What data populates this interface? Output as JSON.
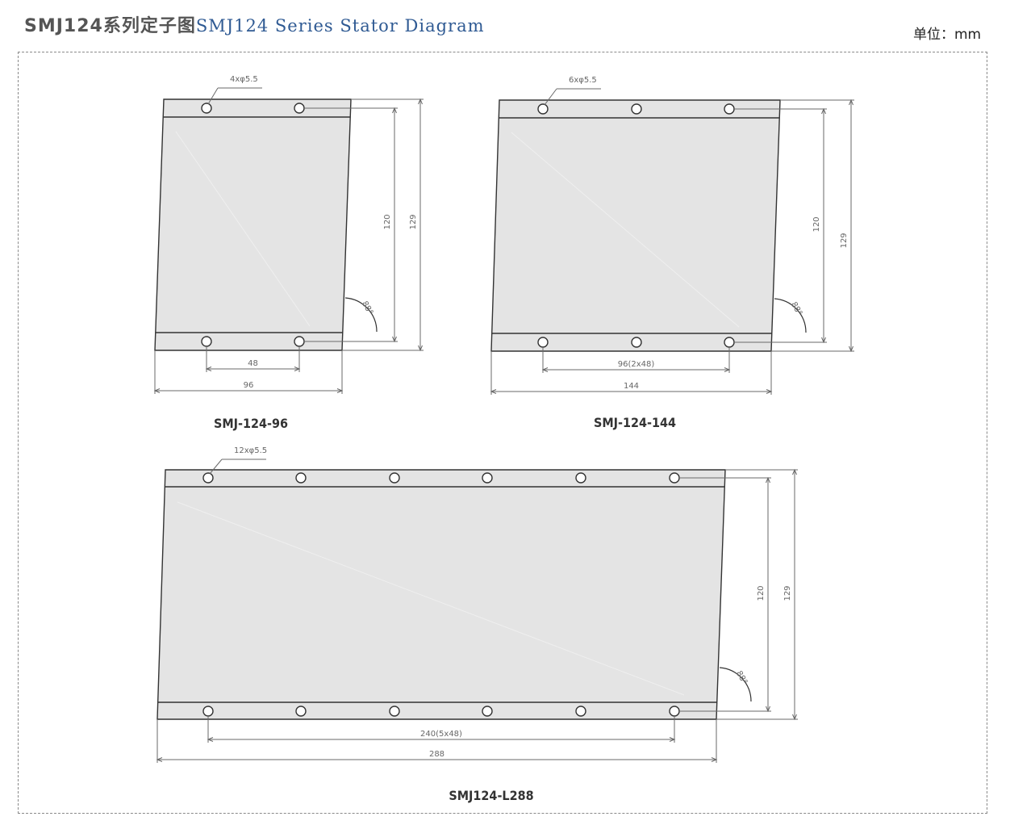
{
  "header": {
    "title_cn": "SMJ124系列定子图",
    "title_en": "SMJ124 Series Stator Diagram",
    "unit": "单位：mm"
  },
  "colors": {
    "body_fill": "#e4e4e4",
    "outline": "#333333",
    "dim_line": "#6a6a6a",
    "title_en": "#2f5a93"
  },
  "diagrams": [
    {
      "model": "SMJ-124-96",
      "holes_label": "4xφ5.5",
      "hole_pitch_label": "48",
      "width_label": "96",
      "height_inner_label": "120",
      "height_outer_label": "129",
      "angle_label": "88°"
    },
    {
      "model": "SMJ-124-144",
      "holes_label": "6xφ5.5",
      "hole_pitch_label": "96(2x48)",
      "width_label": "144",
      "height_inner_label": "120",
      "height_outer_label": "129",
      "angle_label": "88°"
    },
    {
      "model": "SMJ124-L288",
      "holes_label": "12xφ5.5",
      "hole_pitch_label": "240(5x48)",
      "width_label": "288",
      "height_inner_label": "120",
      "height_outer_label": "129",
      "angle_label": "88°"
    }
  ]
}
